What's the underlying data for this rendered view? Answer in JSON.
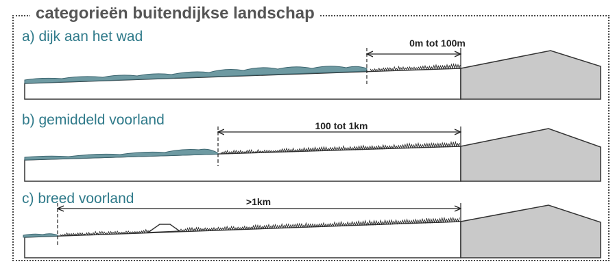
{
  "title": "categorieën buitendijkse landschap",
  "sections": [
    {
      "label": "a) dijk aan het wad",
      "dimension": "0m tot 100m"
    },
    {
      "label": "b) gemiddeld voorland",
      "dimension": "100 tot 1km"
    },
    {
      "label": "c) breed voorland",
      "dimension": ">1km"
    }
  ],
  "colors": {
    "water": "#6e9aa2",
    "dike": "#c9c9c9",
    "vegetation": "#2a2a2a",
    "label": "#2f7a8a",
    "title": "#555555"
  }
}
